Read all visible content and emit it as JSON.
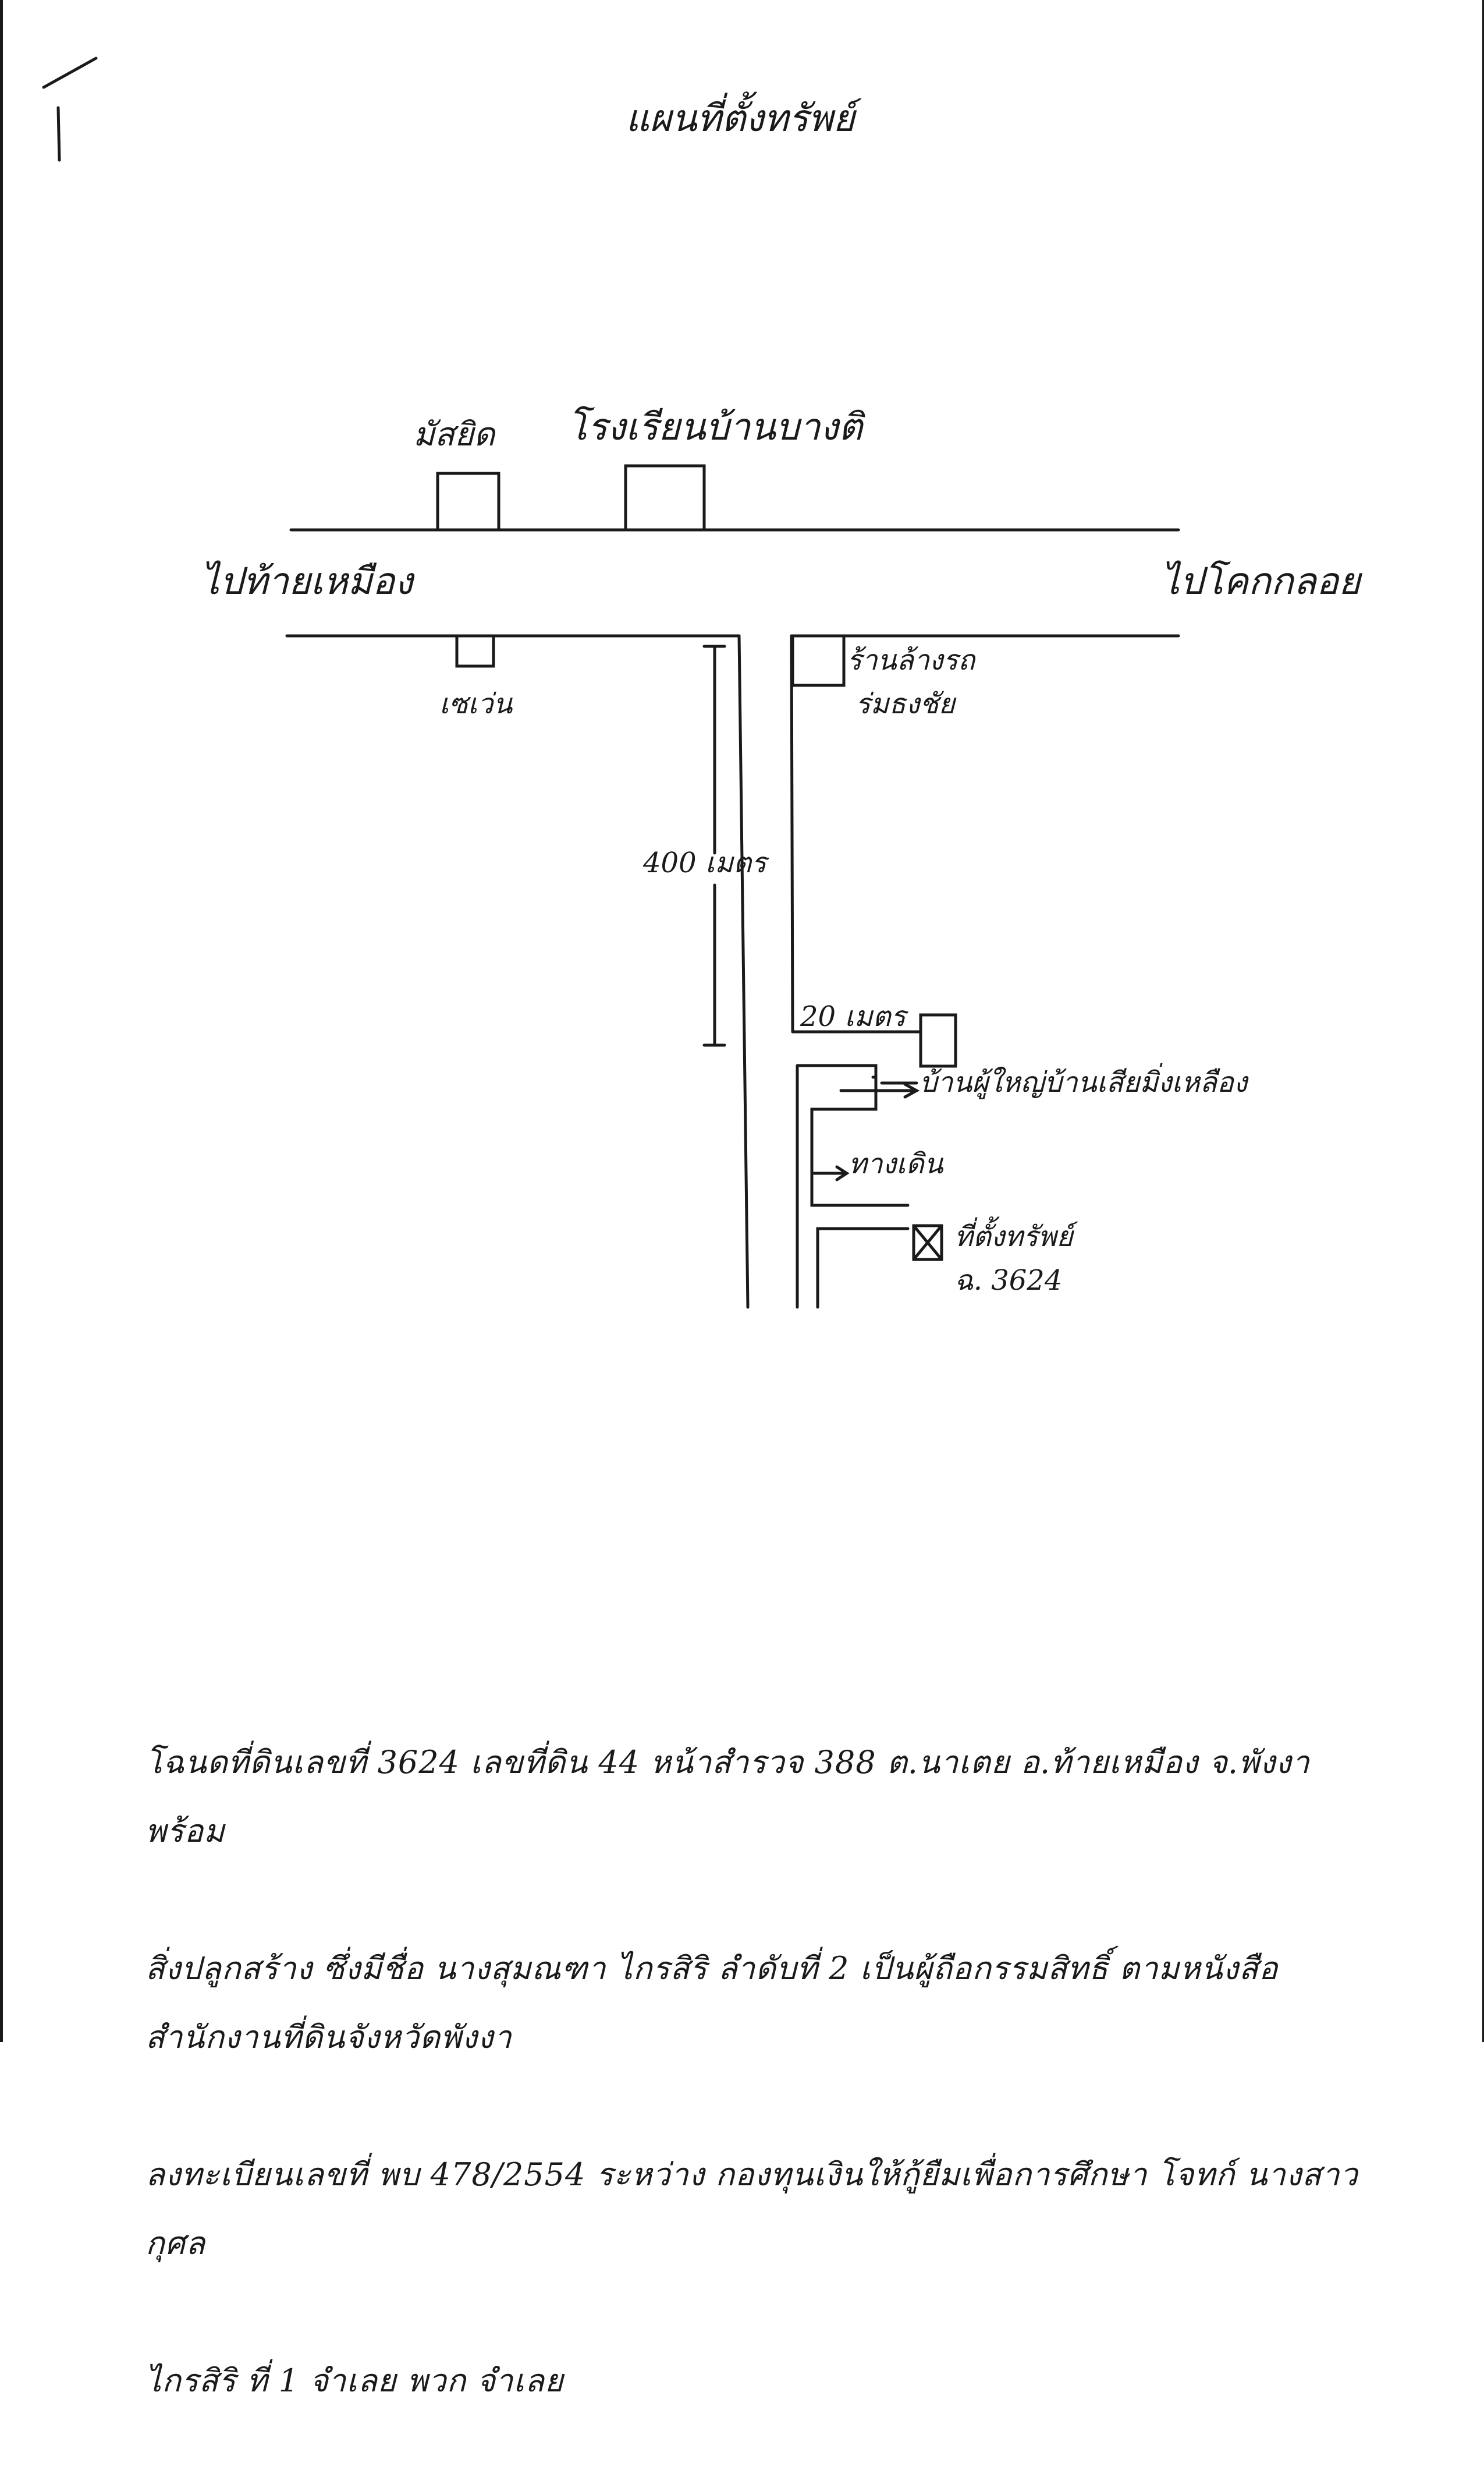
{
  "page": {
    "corner_mark": "/",
    "title": "แผนที่ตั้งทรัพย์"
  },
  "map": {
    "buildings": {
      "mosque": "มัสยิด",
      "school": "โรงเรียนบ้านบางติ",
      "shop": "เซเว่น",
      "car_shop_line1": "ร้านล้างรถ",
      "car_shop_line2": "ร่มธงชัย",
      "house": "บ้านผู้ใหญ่บ้านเสียมิ่งเหลือง",
      "target_line1": "ที่ตั้งทรัพย์",
      "target_line2": "ฉ. 3624"
    },
    "roads": {
      "to_left": "ไปท้ายเหมือง",
      "to_right": "ไปโคกกลอย",
      "path": "ทางเดิน"
    },
    "distances": {
      "main_road": "400 เมตร",
      "side_road": "20 เมตร"
    }
  },
  "note": {
    "lines": [
      "โฉนดที่ดินเลขที่ 3624 เลขที่ดิน 44 หน้าสำรวจ 388 ต.นาเตย อ.ท้ายเหมือง จ.พังงา พร้อม",
      "สิ่งปลูกสร้าง ซึ่งมีชื่อ นางสุมณฑา ไกรสิริ ลำดับที่ 2 เป็นผู้ถือกรรมสิทธิ์ ตามหนังสือสำนักงานที่ดินจังหวัดพังงา",
      "ลงทะเบียนเลขที่ พบ 478/2554 ระหว่าง กองทุนเงินให้กู้ยืมเพื่อการศึกษา โจทก์ นางสาวกุศล",
      "ไกรสิริ ที่ 1 จำเลย พวก จำเลย"
    ]
  }
}
